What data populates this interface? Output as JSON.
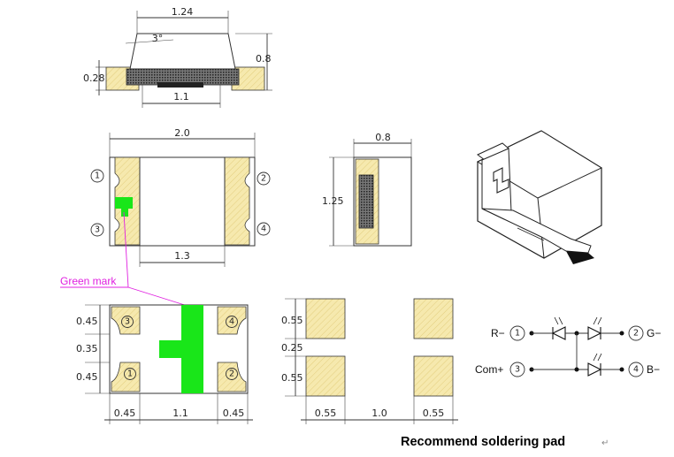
{
  "side_view": {
    "dim_width": "1.24",
    "dim_angle": "3°",
    "dim_height": "0.8",
    "dim_pad_height": "0.28",
    "dim_bottom": "1.1"
  },
  "top_view": {
    "dim_width": "2.0",
    "dim_inner": "1.3",
    "pins": [
      "1",
      "2",
      "3",
      "4"
    ]
  },
  "end_view": {
    "dim_width": "0.8",
    "dim_height": "1.25"
  },
  "green_mark_label": "Green mark",
  "bottom_view": {
    "dim_pad_top": "0.45",
    "dim_gap": "0.35",
    "dim_pad_bottom": "0.45",
    "dim_left": "0.45",
    "dim_center": "1.1",
    "dim_right": "0.45",
    "pins": [
      "3",
      "4",
      "1",
      "2"
    ]
  },
  "soldering_pad": {
    "dim_pad_top": "0.55",
    "dim_gap": "0.25",
    "dim_pad_bottom": "0.55",
    "dim_left": "0.55",
    "dim_center": "1.0",
    "dim_right": "0.55",
    "title": "Recommend soldering pad",
    "trailing_mark": "↵"
  },
  "circuit": {
    "r_label": "R−",
    "g_label": "G−",
    "com_label": "Com+",
    "b_label": "B−",
    "pin_r": "1",
    "pin_g": "2",
    "pin_com": "3",
    "pin_b": "4"
  },
  "colors": {
    "pad_fill": "#f4e6a8",
    "green_mark": "#19e619",
    "leader": "#e020e0",
    "die_dark": "#333333"
  }
}
